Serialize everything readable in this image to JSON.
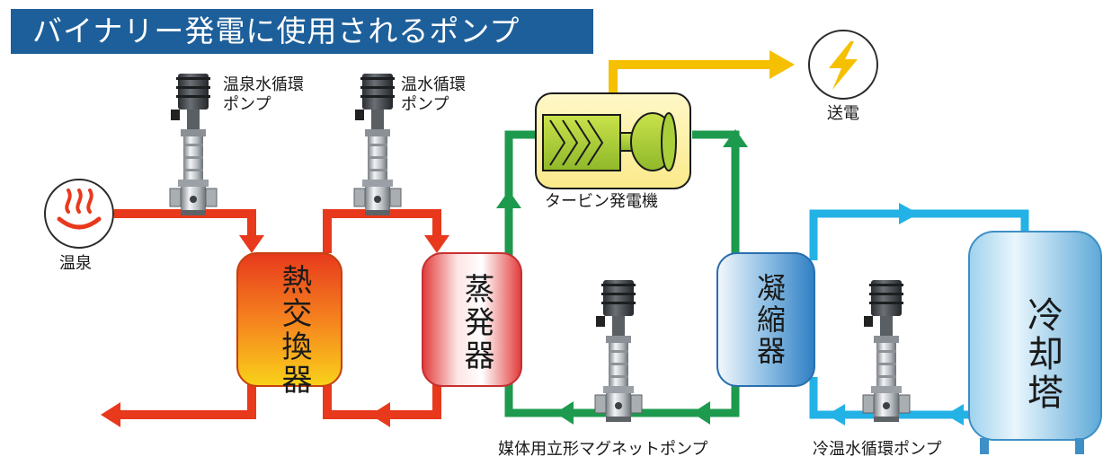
{
  "title": "バイナリー発電に使用されるポンプ",
  "labels": {
    "onsen": "温泉",
    "onsen_pump_line1": "温泉水循環",
    "onsen_pump_line2": "ポンプ",
    "hotwater_pump_line1": "温水循環",
    "hotwater_pump_line2": "ポンプ",
    "turbine": "タービン発電機",
    "transmission": "送電",
    "media_pump": "媒体用立形マグネットポンプ",
    "cold_pump": "冷温水循環ポンプ"
  },
  "vessels": {
    "heat_exchanger": "熱交換器",
    "evaporator": "蒸発器",
    "condenser": "凝縮器",
    "cooling_tower": "冷却塔"
  },
  "colors": {
    "title_bg": "#1d5f9a",
    "hot_line": "#e8391d",
    "media_line": "#1d9a4e",
    "power_line": "#f5c000",
    "cold_line": "#23b2e6"
  },
  "icons": [
    "hot-spring-icon",
    "lightning-icon"
  ]
}
